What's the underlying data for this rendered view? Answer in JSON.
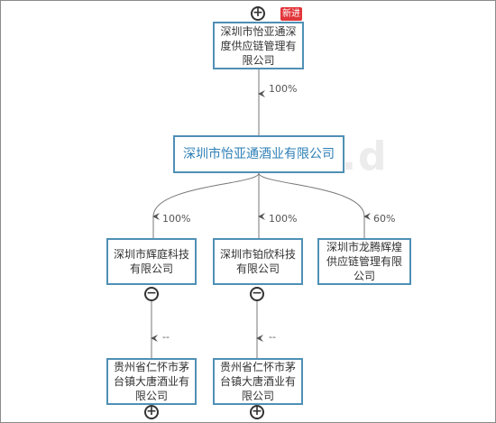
{
  "watermark_text": "n.d",
  "badge": {
    "label": "新进"
  },
  "nodes": {
    "top": "深圳市怡亚通深度供应链管理有限公司",
    "root": "深圳市怡亚通酒业有限公司",
    "child1": "深圳市辉庭科技有限公司",
    "child2": "深圳市铂欣科技有限公司",
    "child3": "深圳市龙腾辉煌供应链管理有限公司",
    "grand1": "贵州省仁怀市茅台镇大唐酒业有限公司",
    "grand2": "贵州省仁怀市茅台镇大唐酒业有限公司"
  },
  "edges": {
    "top_to_root": "100%",
    "root_to_child1": "100%",
    "root_to_child2": "100%",
    "root_to_child3": "60%",
    "child1_to_grand1": "--",
    "child2_to_grand2": "--"
  },
  "toggles": {
    "expand": "+",
    "collapse": "−"
  },
  "colors": {
    "node_border": "#4f90b5",
    "root_text": "#2d7fb6",
    "badge_bg": "#e2353a",
    "line": "#777777"
  }
}
